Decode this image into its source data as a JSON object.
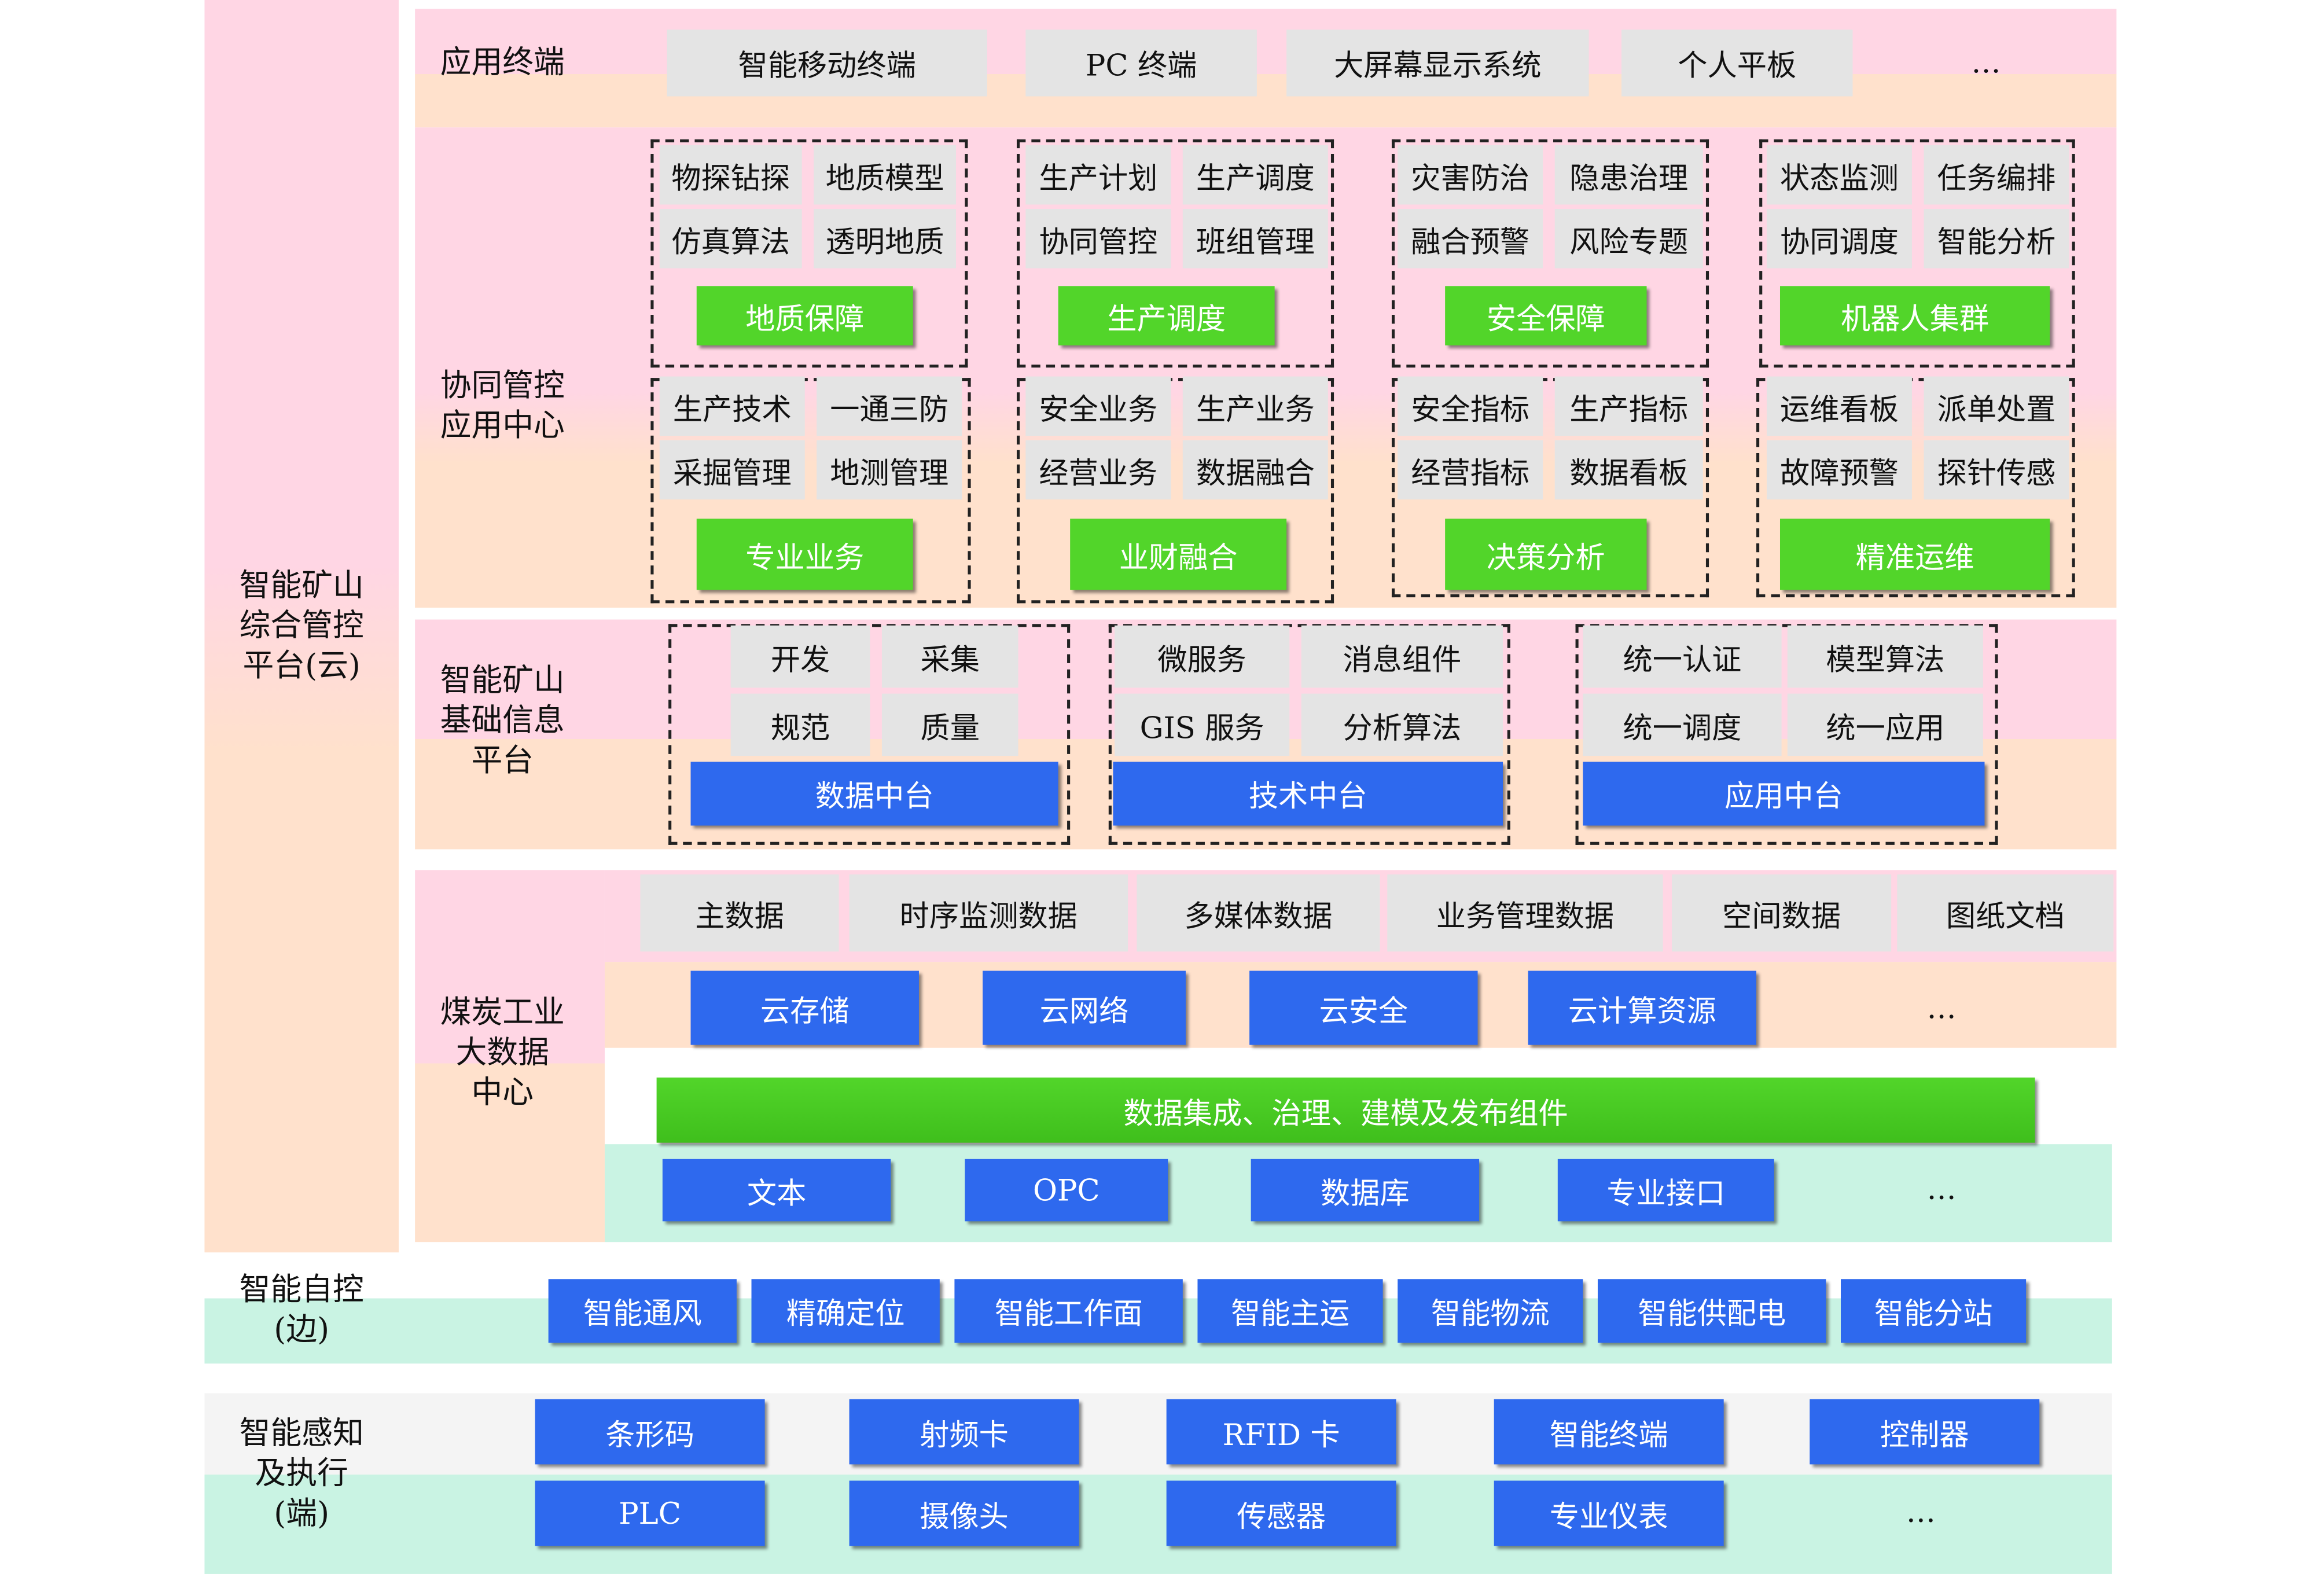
{
  "colors": {
    "pink": "#ffd6e4",
    "peach": "#ffe1cc",
    "mint": "#c9f3e3",
    "gray": "#e4e4e4",
    "green": "#52d52a",
    "blue": "#2e69ee"
  },
  "left": {
    "cloud": [
      "智能矿山",
      "综合管控",
      "平台(云)"
    ],
    "edge": [
      "智能自控",
      "(边)"
    ],
    "end": [
      "智能感知",
      "及执行",
      "(端)"
    ]
  },
  "terminal": {
    "title": "应用终端",
    "items": [
      "智能移动终端",
      "PC 终端",
      "大屏幕显示系统",
      "个人平板"
    ],
    "ellipsis": "…"
  },
  "collab": {
    "title": [
      "协同管控",
      "应用中心"
    ],
    "top": [
      {
        "items": [
          "物探钻探",
          "地质模型",
          "仿真算法",
          "透明地质"
        ],
        "label": "地质保障"
      },
      {
        "items": [
          "生产计划",
          "生产调度",
          "协同管控",
          "班组管理"
        ],
        "label": "生产调度"
      },
      {
        "items": [
          "灾害防治",
          "隐患治理",
          "融合预警",
          "风险专题"
        ],
        "label": "安全保障"
      },
      {
        "items": [
          "状态监测",
          "任务编排",
          "协同调度",
          "智能分析"
        ],
        "label": "机器人集群"
      }
    ],
    "bottom": [
      {
        "items": [
          "生产技术",
          "一通三防",
          "采掘管理",
          "地测管理"
        ],
        "label": "专业业务"
      },
      {
        "items": [
          "安全业务",
          "生产业务",
          "经营业务",
          "数据融合"
        ],
        "label": "业财融合"
      },
      {
        "items": [
          "安全指标",
          "生产指标",
          "经营指标",
          "数据看板"
        ],
        "label": "决策分析"
      },
      {
        "items": [
          "运维看板",
          "派单处置",
          "故障预警",
          "探针传感"
        ],
        "label": "精准运维"
      }
    ]
  },
  "base": {
    "title": [
      "智能矿山",
      "基础信息",
      "平台"
    ],
    "groups": [
      {
        "items": [
          "开发",
          "采集",
          "规范",
          "质量"
        ],
        "label": "数据中台"
      },
      {
        "items": [
          "微服务",
          "消息组件",
          "GIS 服务",
          "分析算法"
        ],
        "label": "技术中台"
      },
      {
        "items": [
          "统一认证",
          "模型算法",
          "统一调度",
          "统一应用"
        ],
        "label": "应用中台"
      }
    ]
  },
  "bigdata": {
    "title": [
      "煤炭工业",
      "大数据",
      "中心"
    ],
    "data": [
      "主数据",
      "时序监测数据",
      "多媒体数据",
      "业务管理数据",
      "空间数据",
      "图纸文档"
    ],
    "cloud": [
      "云存储",
      "云网络",
      "云安全",
      "云计算资源"
    ],
    "integration": "数据集成、治理、建模及发布组件",
    "interfaces": [
      "文本",
      "OPC",
      "数据库",
      "专业接口"
    ],
    "ellipsis": "…"
  },
  "edge": {
    "items": [
      "智能通风",
      "精确定位",
      "智能工作面",
      "智能主运",
      "智能物流",
      "智能供配电",
      "智能分站"
    ]
  },
  "end": {
    "row1": [
      "条形码",
      "射频卡",
      "RFID 卡",
      "智能终端",
      "控制器"
    ],
    "row2": [
      "PLC",
      "摄像头",
      "传感器",
      "专业仪表"
    ],
    "ellipsis": "…"
  }
}
